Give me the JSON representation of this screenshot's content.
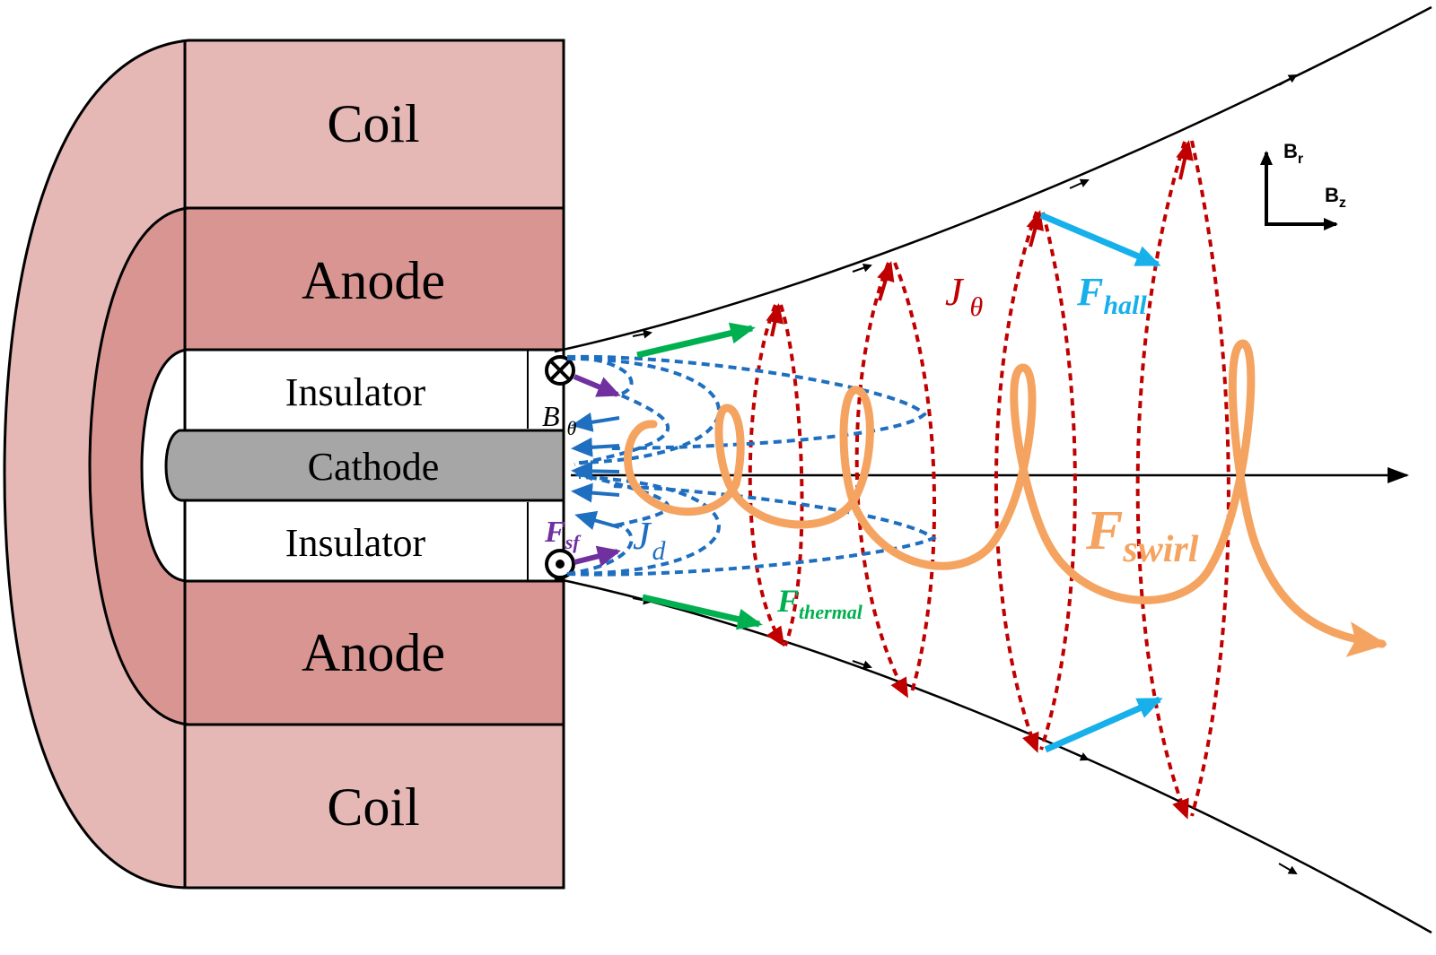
{
  "labels": {
    "coil_top": "Coil",
    "coil_bottom": "Coil",
    "anode_top": "Anode",
    "anode_bottom": "Anode",
    "insulator_top": "Insulator",
    "insulator_bottom": "Insulator",
    "cathode": "Cathode"
  },
  "symbols": {
    "b_theta": {
      "main": "B",
      "sub": "θ"
    },
    "j_theta": {
      "main": "J",
      "sub": "θ"
    },
    "j_d": {
      "main": "J",
      "sub": "d"
    },
    "f_sf": {
      "main": "F",
      "sub": "sf"
    },
    "f_thermal": {
      "main": "F",
      "sub": "thermal"
    },
    "f_hall": {
      "main": "F",
      "sub": "hall"
    },
    "f_swirl": {
      "main": "F",
      "sub": "swirl"
    },
    "b_r": {
      "main": "B",
      "sub": "r"
    },
    "b_z": {
      "main": "B",
      "sub": "z"
    }
  },
  "colors": {
    "coil": "#e5b8b6",
    "anode": "#d99592",
    "cathode": "#a6a6a6",
    "current_jd": "#1f6fc0",
    "current_jtheta": "#c00000",
    "force_sf": "#7030a0",
    "force_thermal": "#00b050",
    "force_hall": "#17b0ea",
    "force_swirl": "#f4a460"
  }
}
